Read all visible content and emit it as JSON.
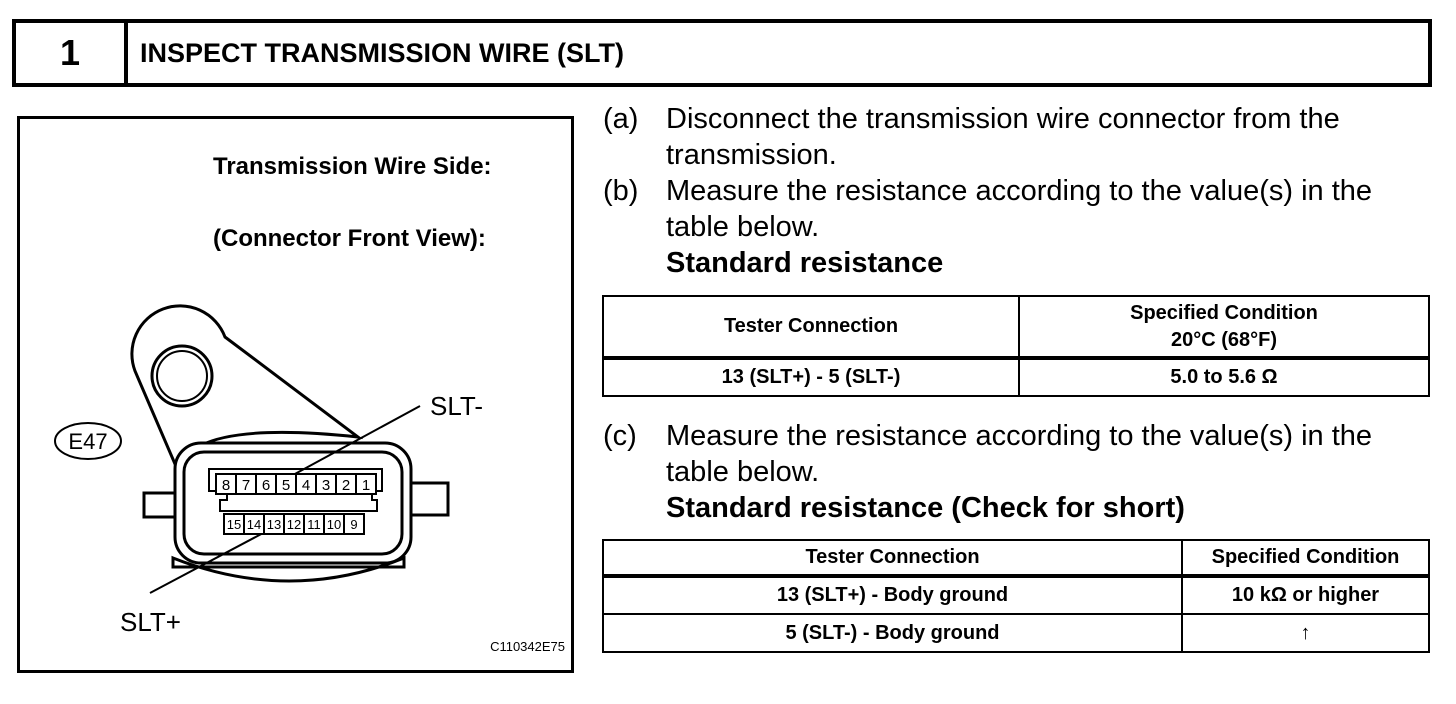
{
  "step": {
    "number": "1",
    "title": "INSPECT TRANSMISSION WIRE (SLT)"
  },
  "figure": {
    "label_line1": "Transmission Wire Side:",
    "label_line2": "(Connector Front View):",
    "connector_id": "E47",
    "callout_minus": "SLT-",
    "callout_plus": "SLT+",
    "image_code": "C110342E75",
    "pins_top": [
      "8",
      "7",
      "6",
      "5",
      "4",
      "3",
      "2",
      "1"
    ],
    "pins_bottom": [
      "15",
      "14",
      "13",
      "12",
      "11",
      "10",
      "9"
    ]
  },
  "instructions": {
    "a": {
      "marker": "(a)",
      "text": "Disconnect the transmission wire connector from the transmission."
    },
    "b": {
      "marker": "(b)",
      "text": "Measure the resistance according to the value(s) in the table below.",
      "heading": "Standard resistance"
    },
    "c": {
      "marker": "(c)",
      "text": "Measure the resistance according to the value(s) in the table below.",
      "heading": "Standard resistance (Check for short)"
    }
  },
  "table1": {
    "col1": "Tester Connection",
    "col2_line1": "Specified Condition",
    "col2_line2": "20°C (68°F)",
    "rows": [
      {
        "connection": "13 (SLT+) - 5 (SLT-)",
        "condition": "5.0 to 5.6 Ω"
      }
    ]
  },
  "table2": {
    "col1": "Tester Connection",
    "col2": "Specified Condition",
    "rows": [
      {
        "connection": "13 (SLT+) - Body ground",
        "condition": "10 kΩ or higher"
      },
      {
        "connection": "5 (SLT-) - Body ground",
        "condition": "↑"
      }
    ]
  }
}
